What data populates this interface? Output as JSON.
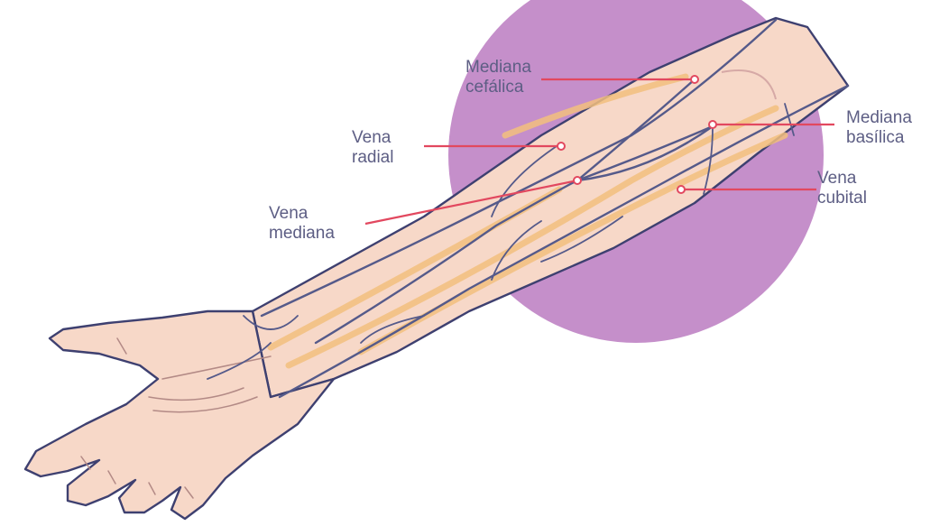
{
  "diagram": {
    "colors": {
      "background_circle": "#c58fca",
      "skin": "#f7d8c8",
      "outline": "#3e4070",
      "vein": "#555a8a",
      "tendon": "#f2c07e",
      "leader_line": "#e2485f",
      "label_text": "#5d5e84"
    },
    "labels": {
      "mediana_cefalica": [
        "Mediana",
        "cefálica"
      ],
      "vena_radial": [
        "Vena",
        "radial"
      ],
      "vena_mediana": [
        "Vena",
        "mediana"
      ],
      "mediana_basilica": [
        "Mediana",
        "basílica"
      ],
      "vena_cubital": [
        "Vena",
        "cubital"
      ]
    }
  }
}
